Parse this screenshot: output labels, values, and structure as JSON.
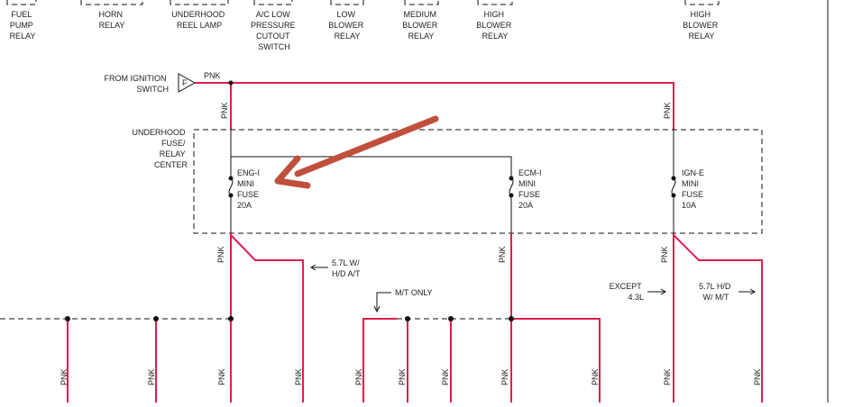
{
  "colors": {
    "wire": "#dc1e50",
    "arrow": "#c0503c",
    "line": "#111111"
  },
  "top_components": [
    {
      "lines": [
        "FUEL",
        "PUMP",
        "RELAY"
      ]
    },
    {
      "lines": [
        "HORN",
        "RELAY"
      ]
    },
    {
      "lines": [
        "UNDERHOOD",
        "REEL LAMP"
      ]
    },
    {
      "lines": [
        "A/C LOW",
        "PRESSURE",
        "CUTOUT",
        "SWITCH"
      ]
    },
    {
      "lines": [
        "LOW",
        "BLOWER",
        "RELAY"
      ]
    },
    {
      "lines": [
        "MEDIUM",
        "BLOWER",
        "RELAY"
      ]
    },
    {
      "lines": [
        "HIGH",
        "BLOWER",
        "RELAY"
      ]
    },
    {
      "lines": [
        "HIGH",
        "BLOWER",
        "RELAY"
      ]
    }
  ],
  "ignition": {
    "lines": [
      "FROM IGNITION",
      "SWITCH"
    ],
    "connector": "F",
    "wire_color": "PNK"
  },
  "center": {
    "lines": [
      "UNDERHOOD",
      "FUSE/",
      "RELAY",
      "CENTER"
    ]
  },
  "fuses": [
    {
      "lines": [
        "ENG-I",
        "MINI",
        "FUSE",
        "20A"
      ]
    },
    {
      "lines": [
        "ECM-I",
        "MINI",
        "FUSE",
        "20A"
      ]
    },
    {
      "lines": [
        "IGN-E",
        "MINI",
        "FUSE",
        "10A"
      ]
    }
  ],
  "wire_label": "PNK",
  "notes": {
    "hd_at": [
      "5.7L W/",
      "H/D A/T"
    ],
    "mt_only": "M/T ONLY",
    "except": [
      "EXCEPT",
      "4.3L"
    ],
    "hd_mt": [
      "5.7L H/D",
      "W/ M/T"
    ]
  }
}
